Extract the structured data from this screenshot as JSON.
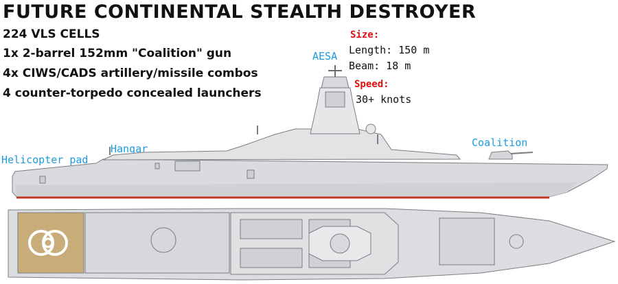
{
  "title": "FUTURE CONTINENTAL STEALTH DESTROYER",
  "specs": [
    "224 VLS CELLS",
    "1x 2-barrel 152mm \"Coalition\" gun",
    "4x CIWS/CADS artillery/missile combos",
    "4 counter-torpedo concealed launchers"
  ],
  "size": {
    "heading": "Size:",
    "length": "Length: 150 m",
    "beam": "Beam: 18 m"
  },
  "speed": {
    "heading": "Speed:",
    "value": "30+ knots"
  },
  "callouts": {
    "aesa": "AESA",
    "hangar": "Hangar",
    "helicopter_pad": "Helicopter pad",
    "coalition": "Coalition"
  },
  "colors": {
    "heading_red": "#e01010",
    "callout_blue": "#1a9be0",
    "hull_grey": "#d9dadd",
    "helipad_tan": "#c8ad7a",
    "waterline_red": "#c0392b"
  }
}
